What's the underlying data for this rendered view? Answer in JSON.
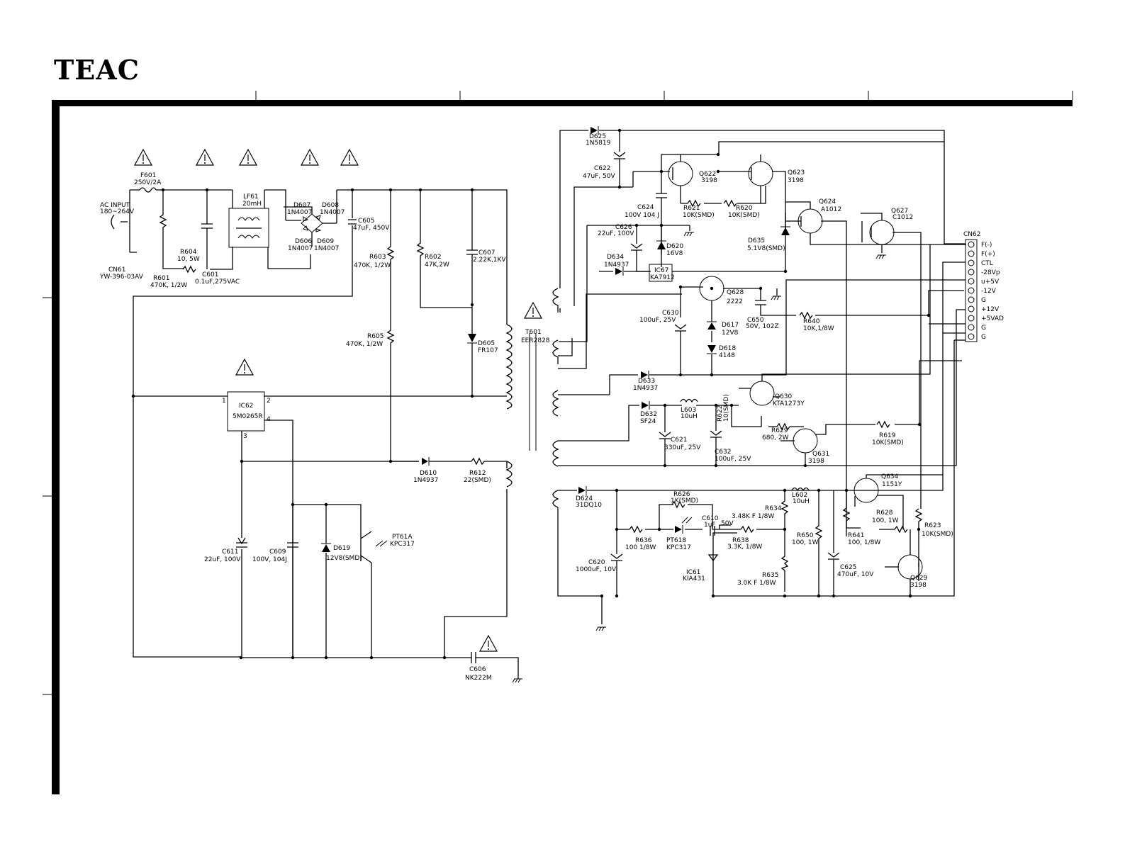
{
  "brand": "TEAC",
  "labels": {
    "f601": "F601",
    "f601v": "250V/2A",
    "acin": "AC INPUT",
    "acv": "180~264V",
    "cn61": "CN61",
    "cn61v": "YW-396-03AV",
    "r604": "R604",
    "r604v": "10, 5W",
    "r601": "R601",
    "r601v": "470K, 1/2W",
    "c601": "C601",
    "c601v": "0.1uF,275VAC",
    "lf61": "LF61",
    "lf61v": "20mH",
    "d607": "D607",
    "d607v": "1N4007",
    "d608": "D608",
    "d608v": "1N4007",
    "d606": "D606",
    "d606v": "1N4007",
    "d609": "D609",
    "d609v": "1N4007",
    "c605": "C605",
    "c605v": "47uF, 450V",
    "r603": "R603",
    "r603v": "470K, 1/2W",
    "r602": "R602",
    "r602v": "47K,2W",
    "c607": "C607",
    "c607v": "2.22K,1KV",
    "r605": "R605",
    "r605v": "470K, 1/2W",
    "d605": "D605",
    "d605v": "FR107",
    "t601": "T601",
    "t601v": "EER2828",
    "ic62": "IC62",
    "ic62v": "5M0265R",
    "d610": "D610",
    "d610v": "1N4937",
    "r612": "R612",
    "r612v": "22(SMD)",
    "c611": "C611",
    "c611v": "22uF, 100V",
    "c609": "C609",
    "c609v": "100V, 104J",
    "d619": "D619",
    "d619v": "12V8(SMD)",
    "pt61a": "PT61A",
    "pt61av": "KPC317",
    "c606": "C606",
    "c606v": "NK222M",
    "d625": "D625",
    "d625v": "1N5819",
    "c622": "C622",
    "c622v": "47uF, 50V",
    "q622": "Q622",
    "q622v": "3198",
    "q623": "Q623",
    "q623v": "3198",
    "c624": "C624",
    "c624v": "100V 104 J",
    "r621": "R621",
    "r621v": "10K(SMD)",
    "r620": "R620",
    "r620v": "10K(SMD)",
    "q624": "Q624",
    "q624v": "A1012",
    "q627": "Q627",
    "q627v": "C1012",
    "c626": "C626",
    "c626v": "22uF, 100V",
    "d620": "D620",
    "d620v": "16V8",
    "d635": "D635",
    "d635v": "5.1V8(SMD)",
    "d634": "D634",
    "d634v": "1N4937",
    "ic67": "IC67",
    "ic67v": "KA7912",
    "q628": "Q628",
    "q628v": "2222",
    "c630": "C630",
    "c630v": "100uF, 25V",
    "d617": "D617",
    "d617v": "12V8",
    "c650": "C650",
    "c650v": "50V, 102Z",
    "r640": "R640",
    "r640v": "10K,1/8W",
    "d618": "D618",
    "d618v": "4148",
    "d633": "D633",
    "d633v": "1N4937",
    "q630": "Q630",
    "q630v": "KTA1273Y",
    "d632": "D632",
    "d632v": "SF24",
    "l603": "L603",
    "l603v": "10uH",
    "r622": "R622",
    "r622v": "10(SMD)",
    "r629": "R629",
    "r629v": "680, 2W",
    "r619": "R619",
    "r619v": "10K(SMD)",
    "c621": "C621",
    "c621v": "330uF, 25V",
    "c632": "C632",
    "c632v": "100uF, 25V",
    "q631": "Q631",
    "q631v": "3198",
    "d624": "D624",
    "d624v": "31DQ10",
    "r626": "R626",
    "r626v": "1K(SMD)",
    "c610": "C610",
    "c610v": "1uF",
    "c610v2": "50V",
    "r634": "R634",
    "r634v": "3.48K F 1/8W",
    "l602": "L602",
    "l602v": "10uH",
    "q634": "Q634",
    "q634v": "1151Y",
    "r628": "R628",
    "r628v": "100, 1W",
    "r641": "R641",
    "r641v": "100, 1/8W",
    "r623": "R623",
    "r623v": "10K(SMD)",
    "r636": "R636",
    "r636v": "100 1/8W",
    "pt618": "PT618",
    "pt618v": "KPC317",
    "r638": "R638",
    "r638v": "3.3K, 1/8W",
    "r650": "R650",
    "r650v": "100, 1W",
    "c620": "C620",
    "c620v": "1000uF, 10V",
    "ic61": "IC61",
    "ic61v": "KIA431",
    "r635": "R635",
    "r635v": "3.0K F 1/8W",
    "c625": "C625",
    "c625v": "470uF, 10V",
    "q629": "Q629",
    "q629v": "3198",
    "cn62": "CN62",
    "pin1": "1",
    "pin2": "2",
    "pin3": "3",
    "pin4": "4"
  },
  "cn62_pins": [
    "F(-)",
    "F(+)",
    "CTL",
    "-28Vp",
    "u+5V",
    "-12V",
    "G",
    "+12V",
    "+5VAD",
    "G",
    "G"
  ]
}
